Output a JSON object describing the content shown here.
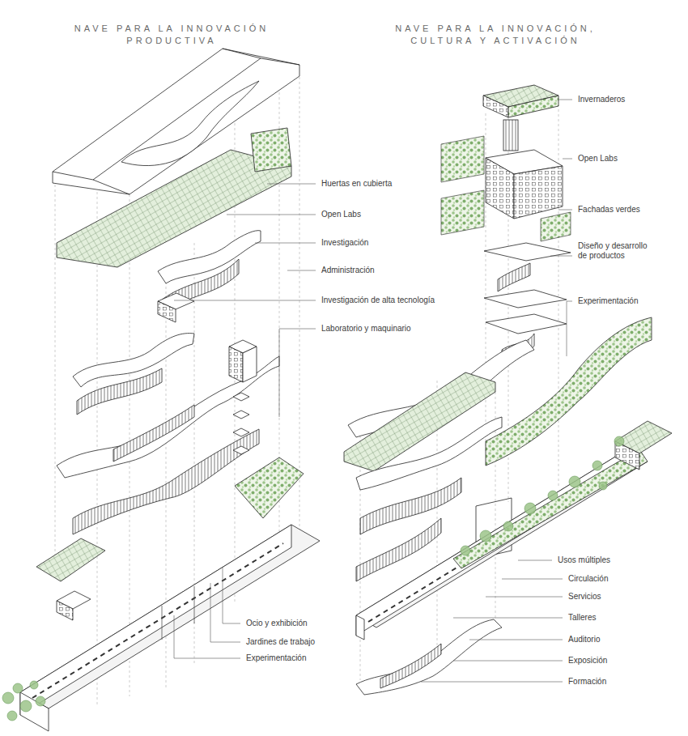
{
  "diagram": {
    "labels": [
      "NAVE PARA LA INNOVACIÓN PRODUCTIVA",
      "Huertas en cubierta",
      "Open Labs",
      "Investigación",
      "Administración",
      "Investigación de alta tecnología",
      "Laboratorio y maquinario",
      "Ocio y exhibición",
      "Jardines de trabajo",
      "Experimentación",
      "NAVE PARA LA INNOVACIÓN, CULTURA Y ACTIVACIÓN",
      "Invernaderos",
      "Open Labs",
      "Fachadas verdes",
      "Diseño y desarrollo de productos",
      "Experimentación",
      "Usos múltiples",
      "Circulación",
      "Servicios",
      "Talleres",
      "Auditorio",
      "Exposición",
      "Formación"
    ]
  }
}
